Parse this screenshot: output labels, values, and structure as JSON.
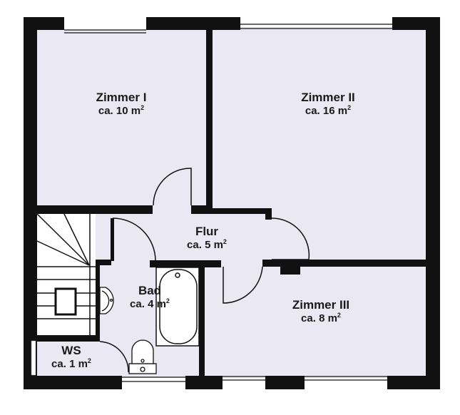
{
  "floorplan": {
    "colors": {
      "wall": "#111111",
      "floor": "#eae8f2",
      "background": "#ffffff",
      "fixture_fill": "#ffffff",
      "line": "#111111"
    },
    "rooms": [
      {
        "id": "zimmer-1",
        "name": "Zimmer I",
        "area_prefix": "ca. 10 m",
        "area_value": 10,
        "unit_sup": "2"
      },
      {
        "id": "zimmer-2",
        "name": "Zimmer II",
        "area_prefix": "ca. 16 m",
        "area_value": 16,
        "unit_sup": "2"
      },
      {
        "id": "flur",
        "name": "Flur",
        "area_prefix": "ca. 5 m",
        "area_value": 5,
        "unit_sup": "2"
      },
      {
        "id": "bad",
        "name": "Bad",
        "area_prefix": "ca. 4 m",
        "area_value": 4,
        "unit_sup": "2"
      },
      {
        "id": "zimmer-3",
        "name": "Zimmer III",
        "area_prefix": "ca. 8 m",
        "area_value": 8,
        "unit_sup": "2"
      },
      {
        "id": "ws",
        "name": "WS",
        "area_prefix": "ca. 1 m",
        "area_value": 1,
        "unit_sup": "2"
      }
    ]
  }
}
